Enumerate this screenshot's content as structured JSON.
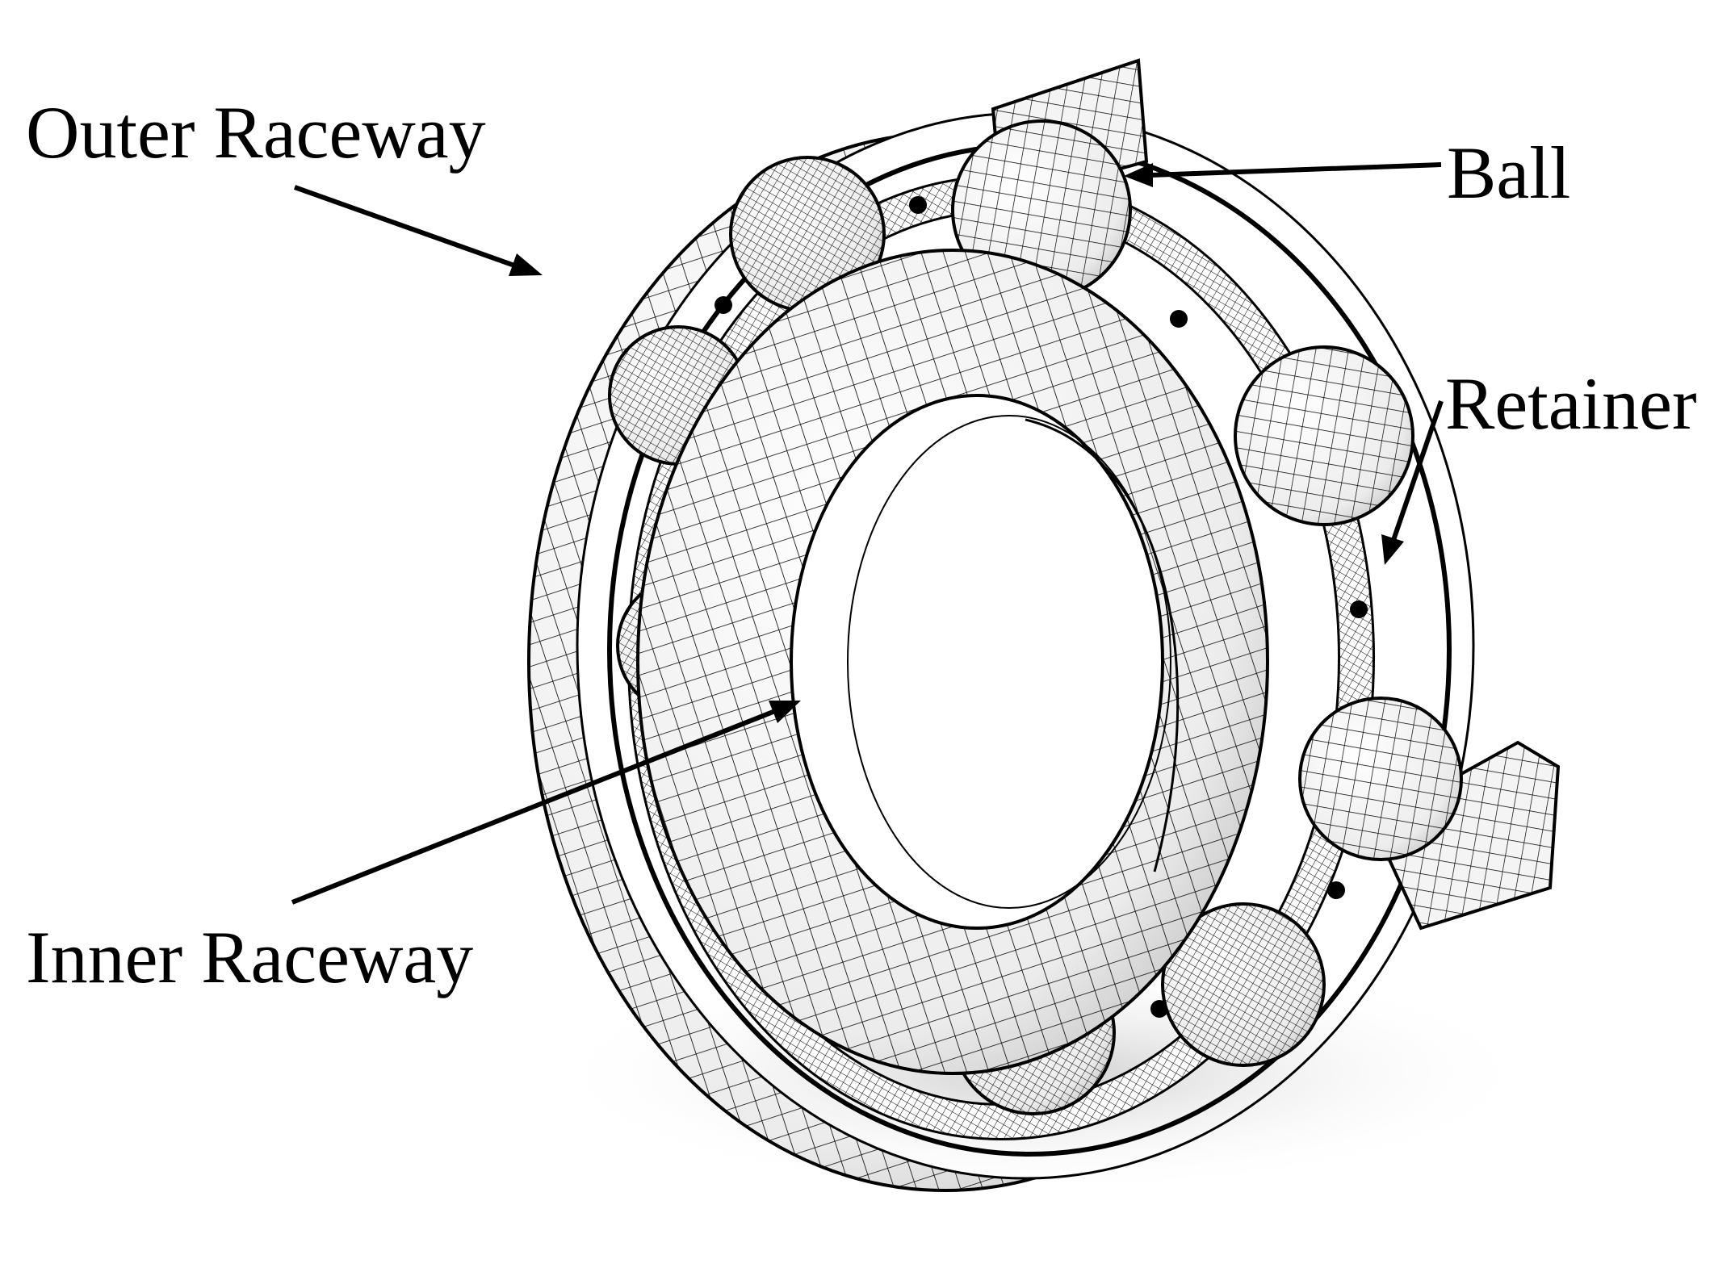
{
  "labels": {
    "outer_raceway": "Outer Raceway",
    "ball": "Ball",
    "retainer": "Retainer",
    "inner_raceway": "Inner Raceway"
  },
  "colors": {
    "mesh_line": "#000000",
    "surface": "#ffffff",
    "shadow": "#d9d9d9"
  }
}
